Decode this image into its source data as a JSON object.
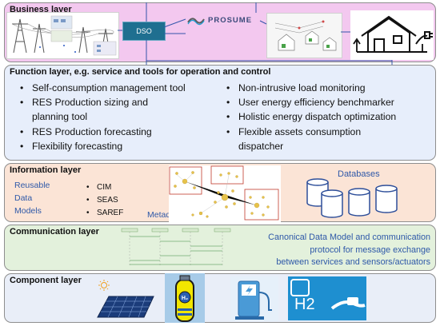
{
  "business": {
    "title": "Business layer",
    "dso_label": "DSO",
    "logo_text": "PROSUME"
  },
  "function": {
    "title": "Function layer, e.g. service and tools for operation and control",
    "left_items": [
      "Self-consumption management tool",
      "RES Production sizing and",
      "planning tool",
      "RES Production forecasting",
      "Flexibility forecasting"
    ],
    "right_items": [
      "Non-intrusive load monitoring",
      "User energy efficiency benchmarker",
      "Holistic energy dispatch optimization",
      "Flexible assets consumption",
      "dispatcher"
    ]
  },
  "information": {
    "title": "Information layer",
    "reusable_models": [
      "Reusable",
      "Data",
      "Models"
    ],
    "standards": [
      "CIM",
      "SEAS",
      "SAREF"
    ],
    "metadata_label": "Metadata",
    "databases_label": "Databases"
  },
  "communication": {
    "title": "Communication layer",
    "description": [
      "Canonical Data Model and communication",
      "protocol for message exchange",
      "between services and sensors/actuators"
    ]
  },
  "component": {
    "title": "Component layer",
    "h2_label": "H2"
  },
  "colors": {
    "business_bg": "#f3c8ef",
    "function_bg": "#e7eefb",
    "information_bg": "#fbe4d6",
    "communication_bg": "#e3f1dc",
    "component_bg": "#e9eef8",
    "dso_box": "#1f6f90",
    "text_blue": "#2e58a8"
  }
}
